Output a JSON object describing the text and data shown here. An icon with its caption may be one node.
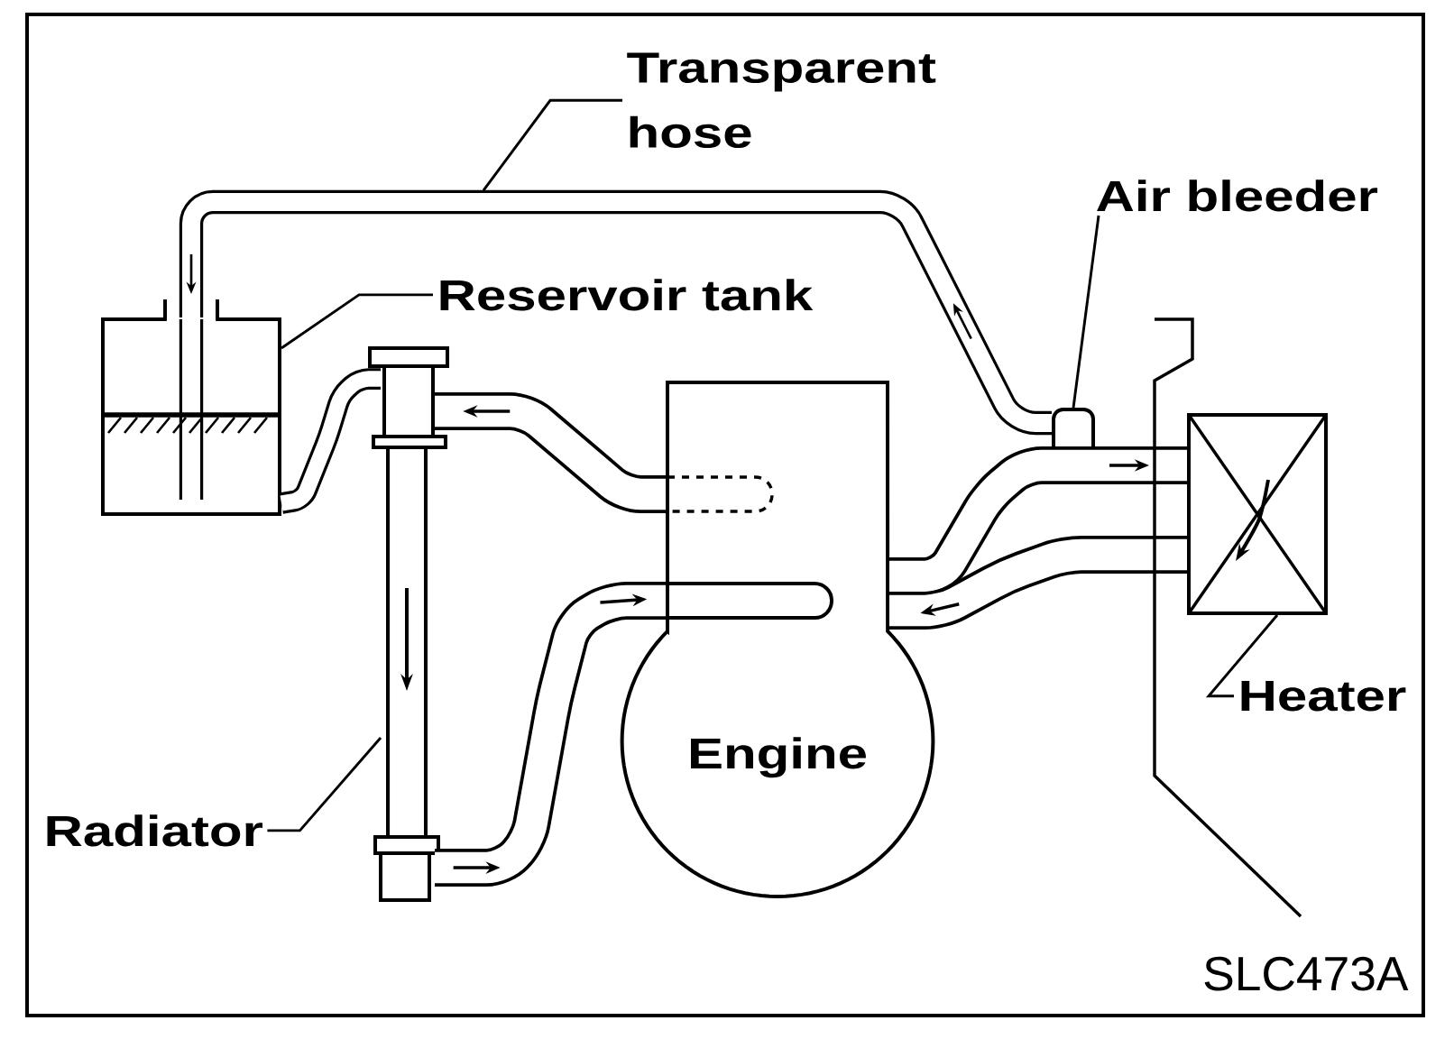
{
  "diagram": {
    "nodes": [
      {
        "text": [
          "Transparent hose"
        ]
      },
      {
        "text": [
          "Air bleeder"
        ]
      },
      {
        "text": [
          "Reservoir tank"
        ]
      },
      {
        "text": [],
        "shape": "box"
      },
      {
        "text": [],
        "shape": "picture"
      },
      {
        "text": [],
        "shape": "picture"
      },
      {
        "text": [
          "Engine"
        ]
      },
      {
        "text": [],
        "shape": "box"
      },
      {
        "text": [
          "Heater"
        ]
      },
      {
        "text": [
          "Radiator"
        ]
      }
    ],
    "edges": [
      {
        "from": 0,
        "to": null,
        "arrow": "none"
      },
      {
        "from": 1,
        "to": 5,
        "arrow": "none"
      },
      {
        "from": 2,
        "to": 3,
        "arrow": "none"
      },
      {
        "from": 9,
        "to": 4,
        "arrow": "none"
      },
      {
        "from": 8,
        "to": 7,
        "arrow": "none"
      },
      {
        "from": 3,
        "to": 4,
        "arrow": "none"
      },
      {
        "from": 5,
        "to": 3,
        "arrow": "to"
      },
      {
        "from": 6,
        "to": 4,
        "arrow": "to"
      },
      {
        "from": 4,
        "to": 6,
        "arrow": "to"
      },
      {
        "from": 6,
        "to": 7,
        "arrow": "to"
      },
      {
        "from": 7,
        "to": 6,
        "arrow": "to"
      }
    ],
    "labels": [
      "SLC473A"
    ]
  }
}
